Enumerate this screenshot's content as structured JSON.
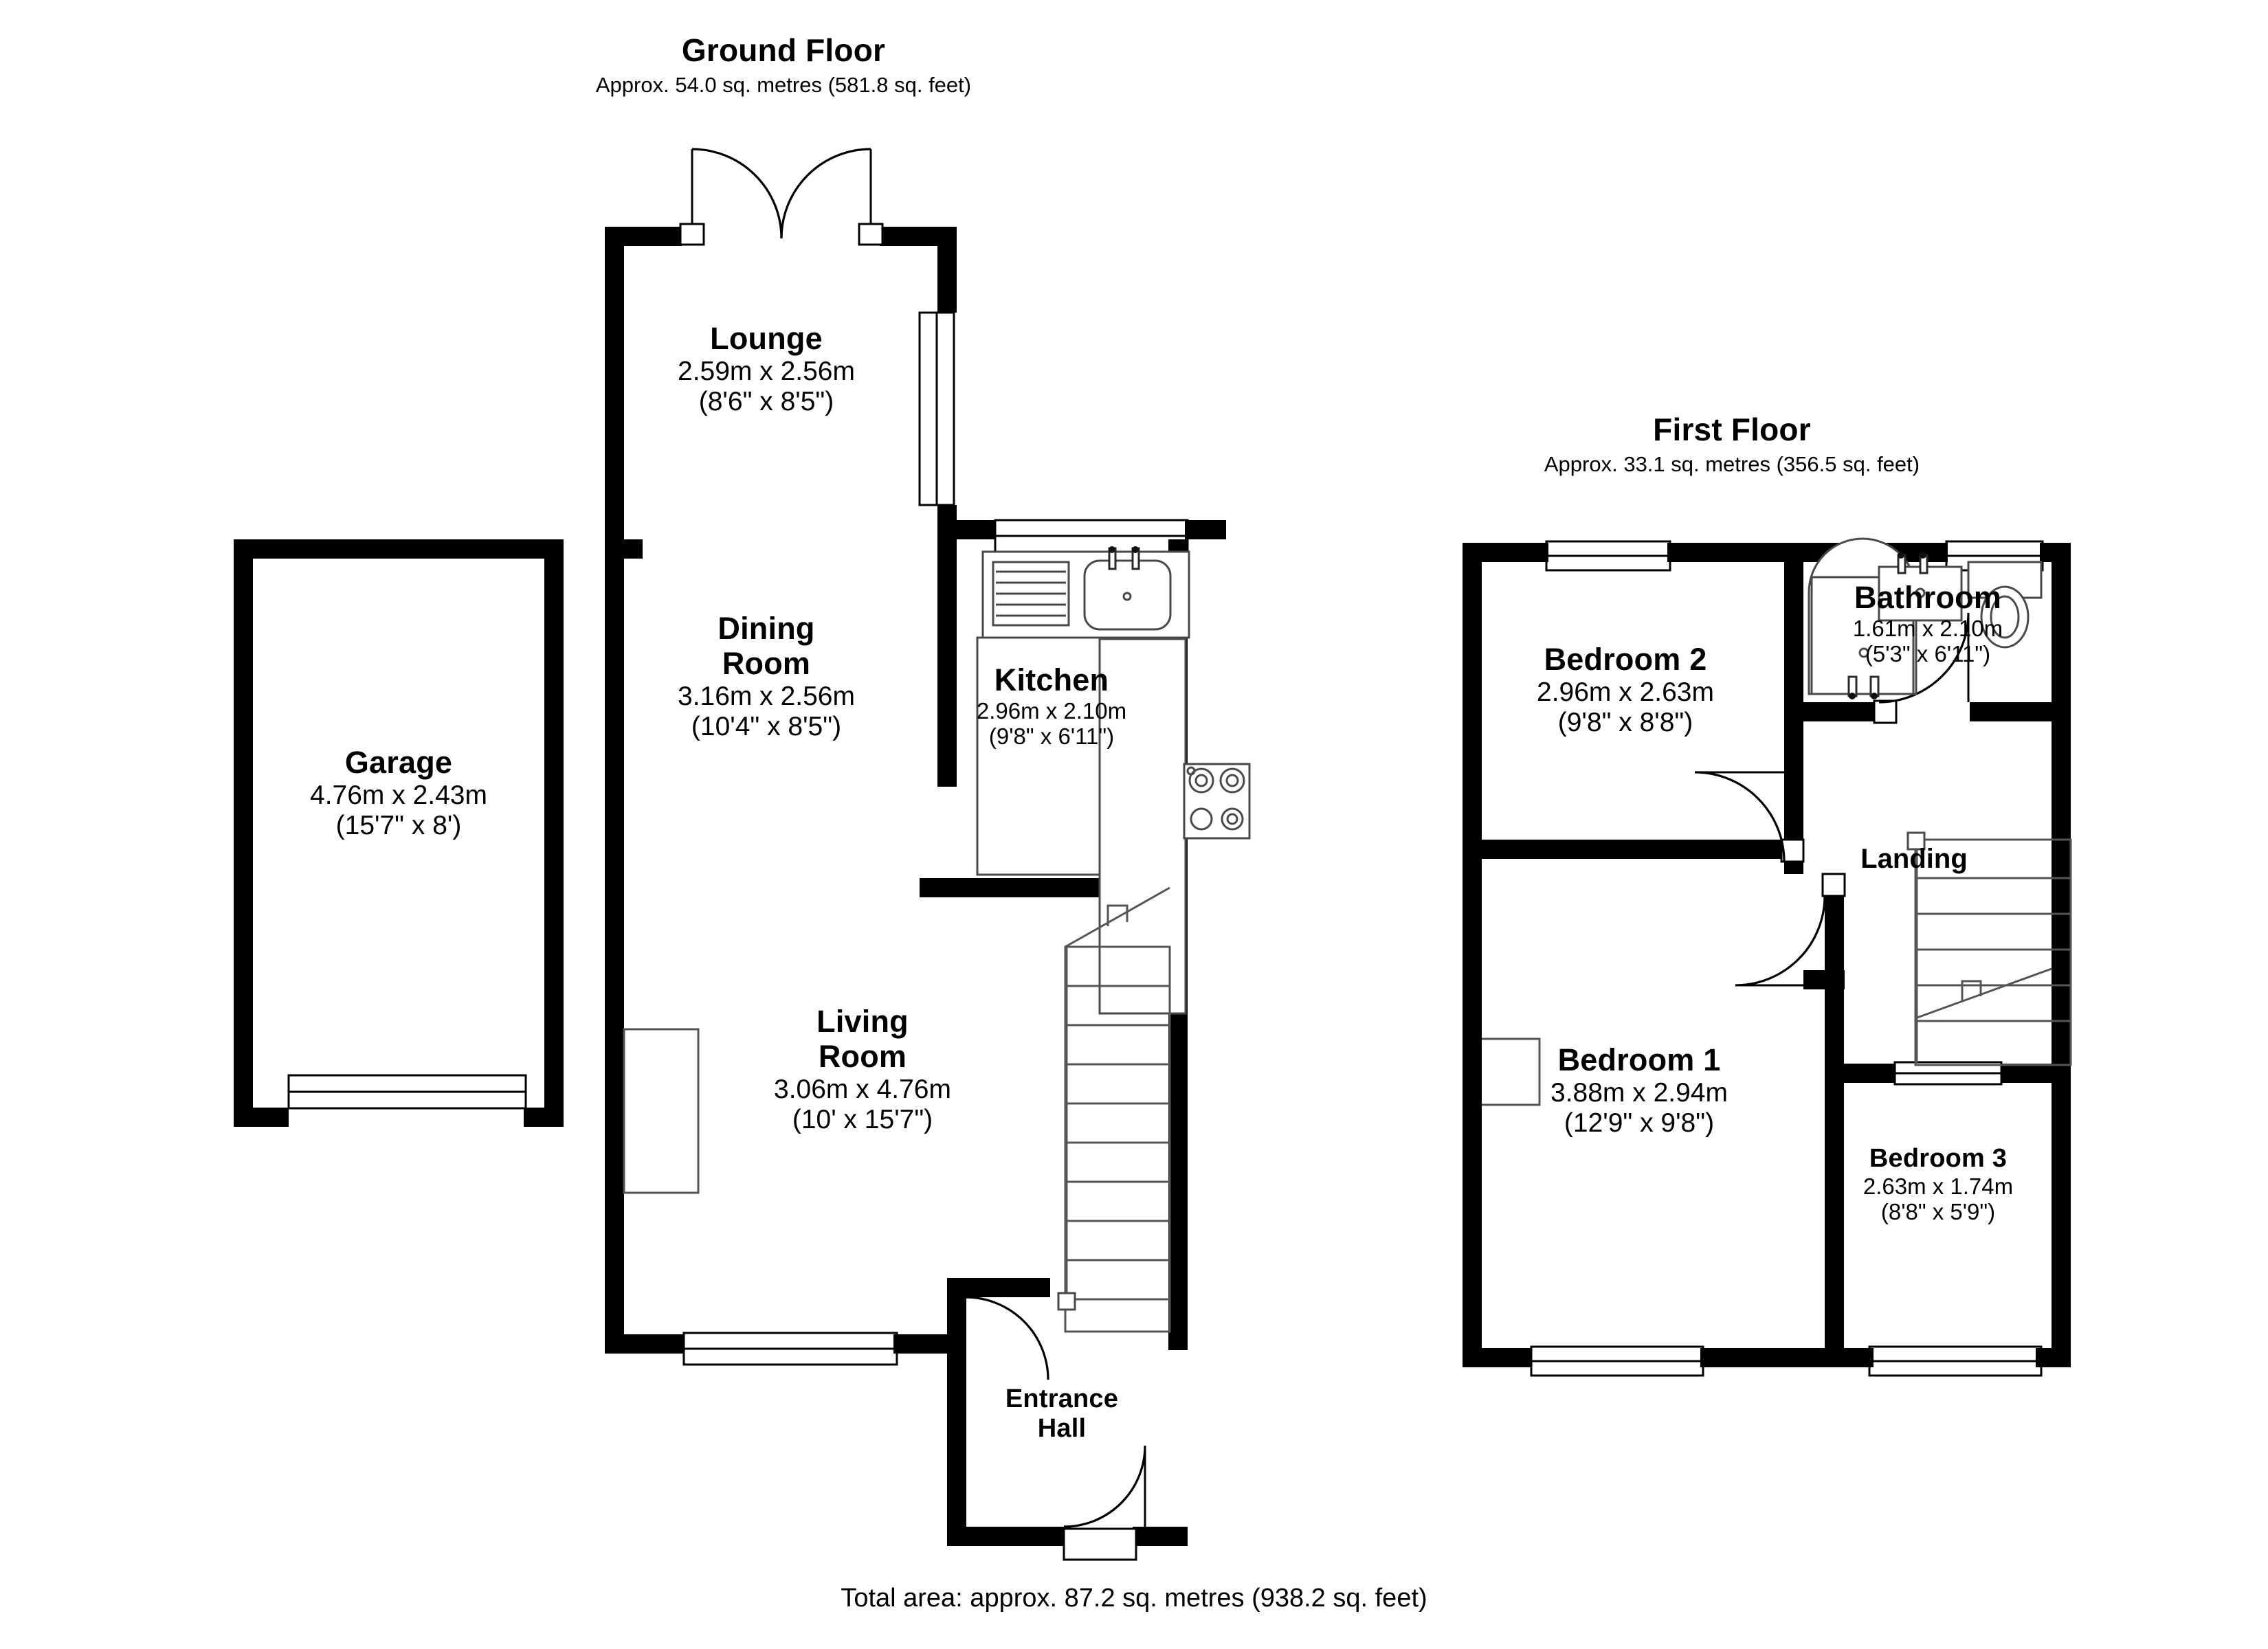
{
  "document": {
    "type": "floor-plan",
    "total_area_label": "Total area: approx. 87.2 sq. metres (938.2 sq. feet)"
  },
  "floors": [
    {
      "id": "ground",
      "title": "Ground Floor",
      "subtitle": "Approx. 54.0 sq. metres (581.8 sq. feet)"
    },
    {
      "id": "first",
      "title": "First Floor",
      "subtitle": "Approx. 33.1 sq. metres (356.5 sq. feet)"
    }
  ],
  "rooms": {
    "garage": {
      "name": "Garage",
      "dim_metric": "4.76m x 2.43m",
      "dim_imperial": "(15'7\" x 8')"
    },
    "lounge": {
      "name": "Lounge",
      "dim_metric": "2.59m x 2.56m",
      "dim_imperial": "(8'6\" x 8'5\")"
    },
    "dining_room": {
      "name_line1": "Dining",
      "name_line2": "Room",
      "dim_metric": "3.16m x 2.56m",
      "dim_imperial": "(10'4\" x 8'5\")"
    },
    "kitchen": {
      "name": "Kitchen",
      "dim_metric": "2.96m x 2.10m",
      "dim_imperial": "(9'8\" x 6'11\")"
    },
    "living_room": {
      "name_line1": "Living",
      "name_line2": "Room",
      "dim_metric": "3.06m x 4.76m",
      "dim_imperial": "(10' x 15'7\")"
    },
    "entrance_hall": {
      "name_line1": "Entrance",
      "name_line2": "Hall"
    },
    "bedroom2": {
      "name": "Bedroom 2",
      "dim_metric": "2.96m x 2.63m",
      "dim_imperial": "(9'8\" x 8'8\")"
    },
    "bathroom": {
      "name": "Bathroom",
      "dim_metric": "1.61m x 2.10m",
      "dim_imperial": "(5'3\" x 6'11\")"
    },
    "landing": {
      "name": "Landing"
    },
    "bedroom1": {
      "name": "Bedroom 1",
      "dim_metric": "3.88m x 2.94m",
      "dim_imperial": "(12'9\" x 9'8\")"
    },
    "bedroom3": {
      "name": "Bedroom 3",
      "dim_metric": "2.63m x 1.74m",
      "dim_imperial": "(8'8\" x 5'9\")"
    }
  },
  "colors": {
    "wall": "#000000",
    "background": "#ffffff",
    "fixture_stroke": "#4a4a4a"
  },
  "icons": {
    "sink": "kitchen-sink-icon",
    "drainer": "draining-board-icon",
    "hob": "hob-icon",
    "bath": "bathtub-icon",
    "basin": "wash-basin-icon",
    "toilet": "toilet-icon",
    "stairs": "staircase-icon",
    "door_swing": "door-swing-icon",
    "window": "window-icon",
    "garage_door": "garage-door-icon"
  }
}
